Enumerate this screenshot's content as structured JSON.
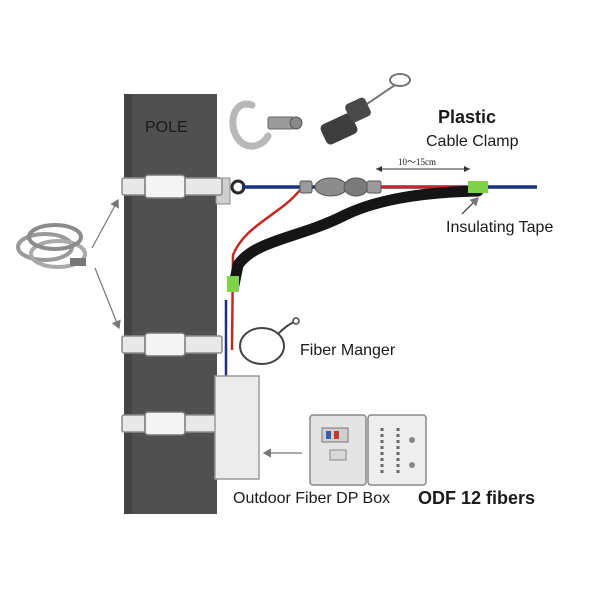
{
  "labels": {
    "pole": "POLE",
    "plastic": "Plastic",
    "cable_clamp": "Cable Clamp",
    "distance": "10～15cm",
    "insulating_tape": "Insulating Tape",
    "fiber_manger": "Fiber Manger",
    "dp_box": "Outdoor Fiber DP Box",
    "odf": "ODF 12 fibers"
  },
  "colors": {
    "pole": "#505050",
    "drop_cable": "#1c2f7a",
    "red_fiber": "#c42a22",
    "black_cable": "#151515",
    "insulating_tape": "#7ed34a",
    "clamp_band": "#e8e8e8"
  }
}
